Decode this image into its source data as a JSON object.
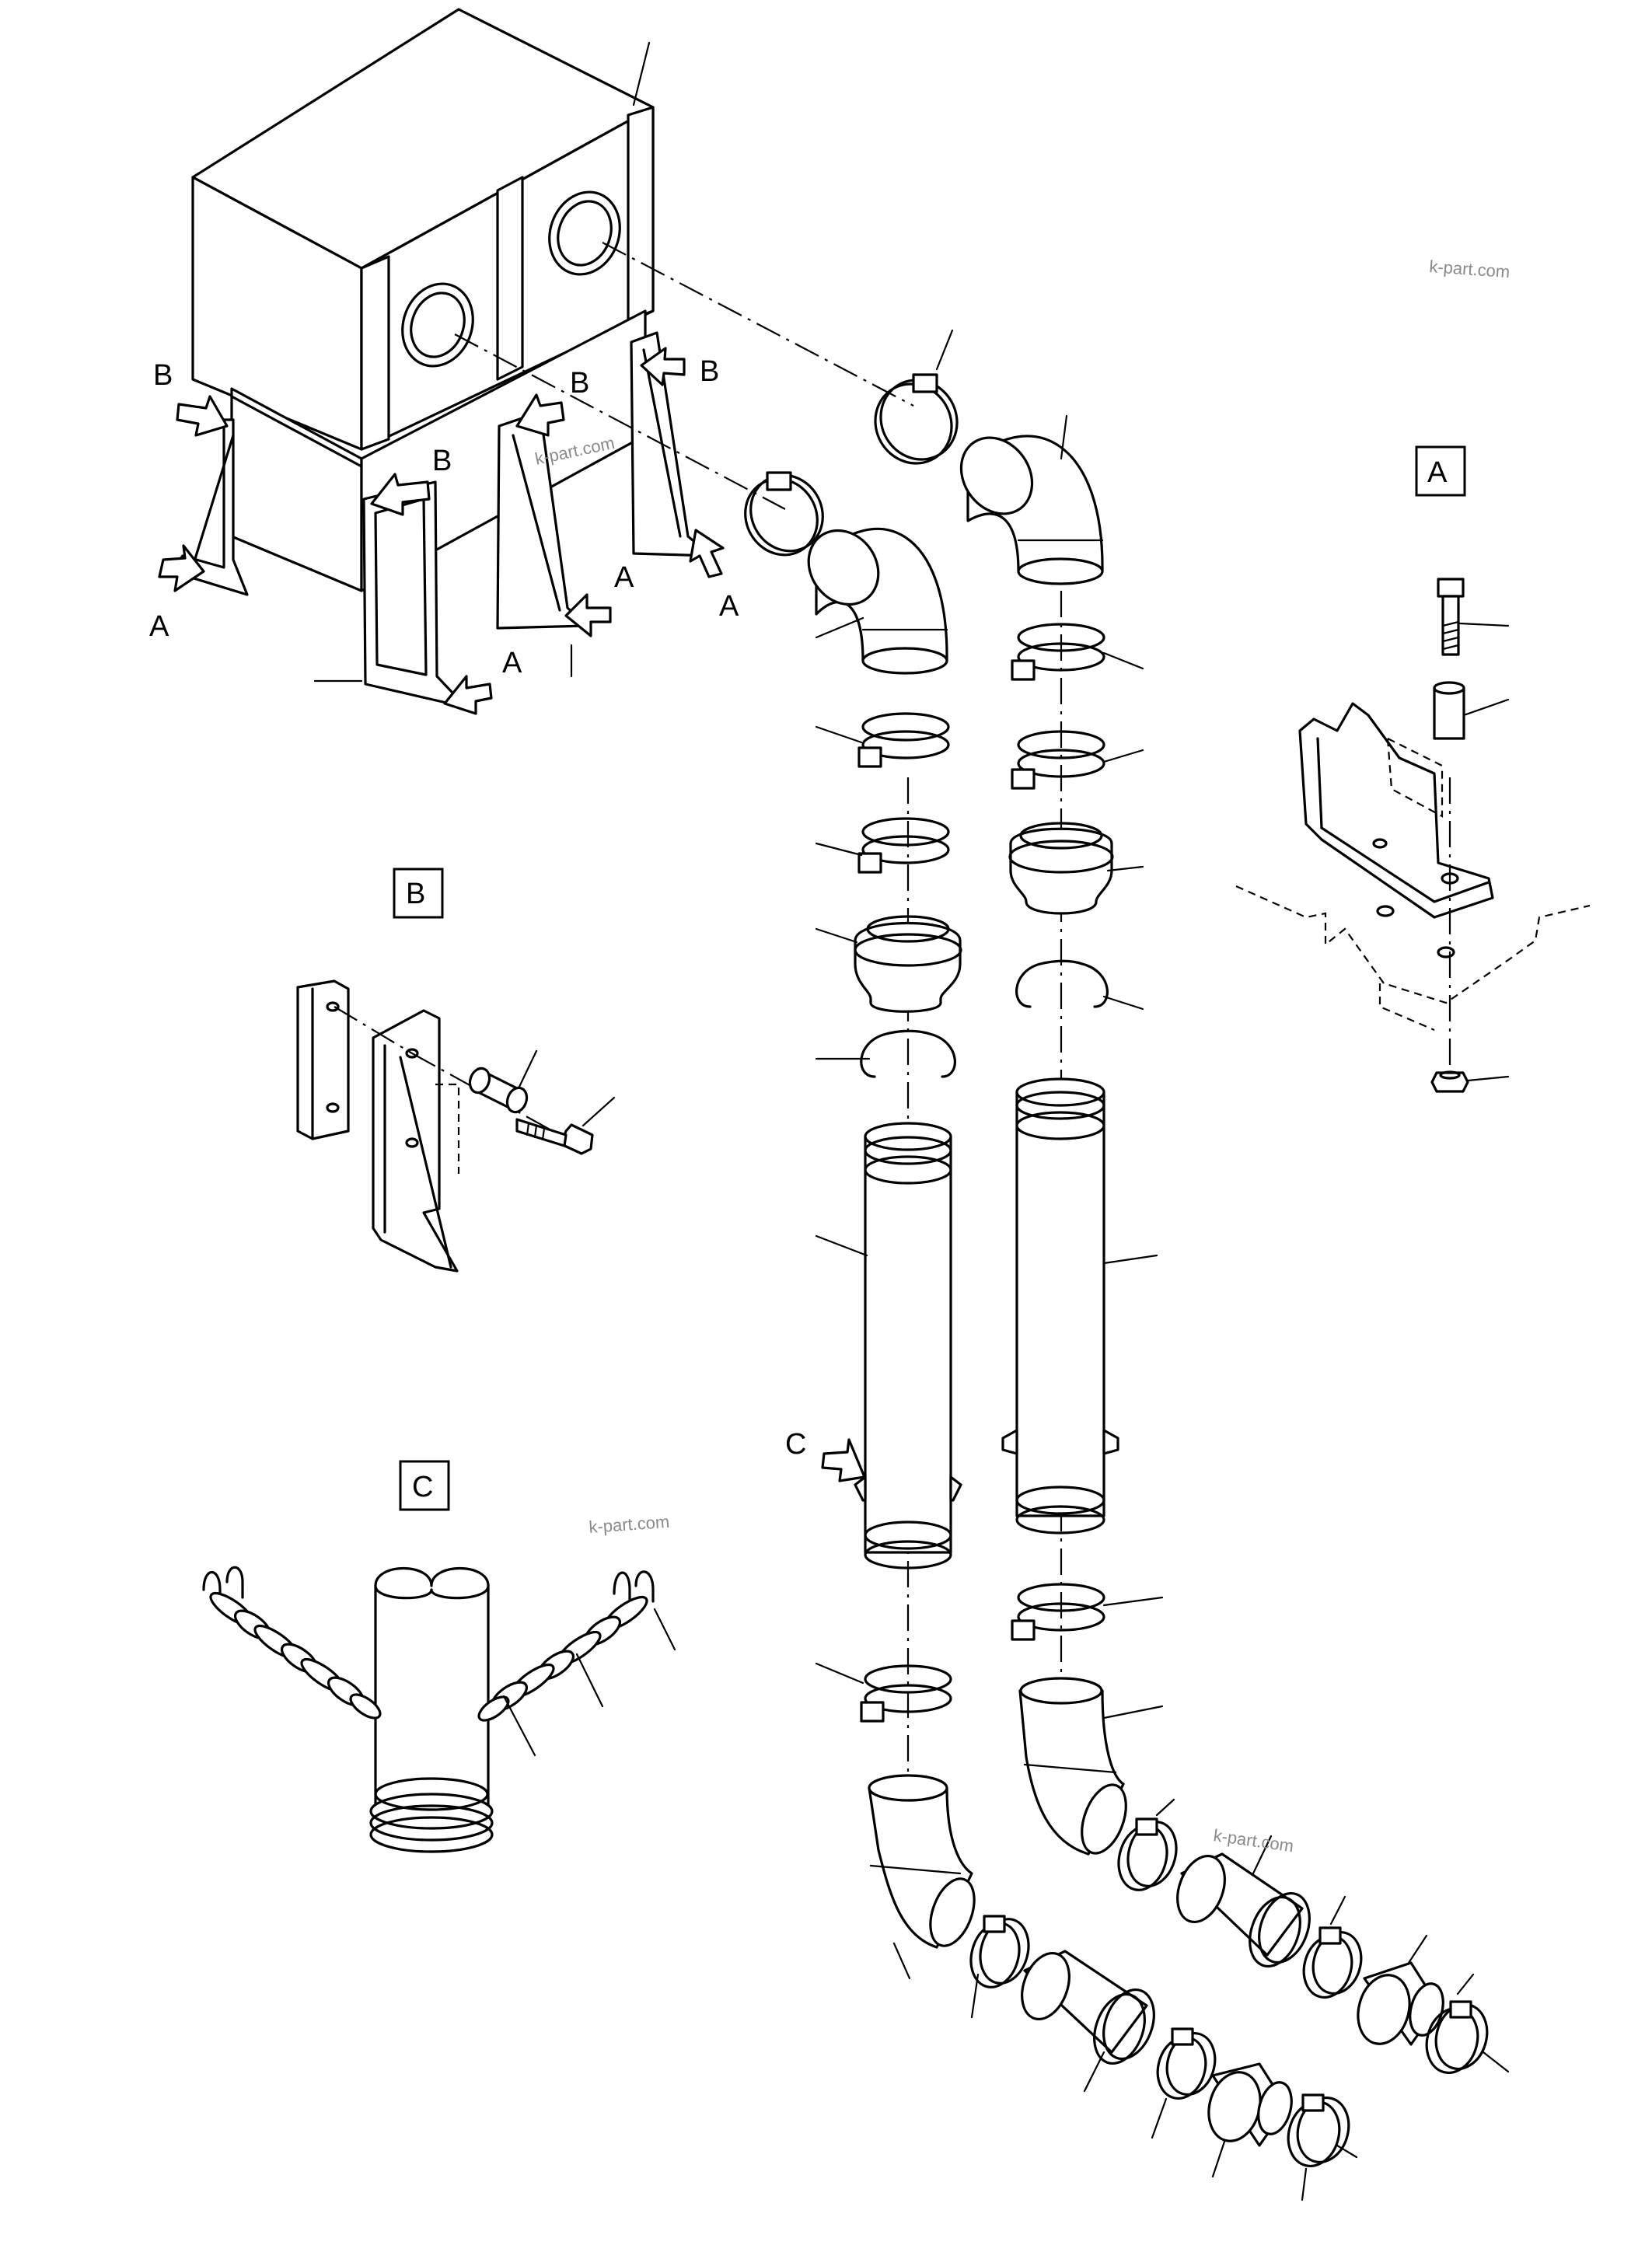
{
  "callouts": {
    "A": "A",
    "B": "B",
    "C": "C"
  },
  "detail_titles": {
    "A": "A",
    "B": "B",
    "C": "C"
  },
  "watermark": "k-part.com"
}
